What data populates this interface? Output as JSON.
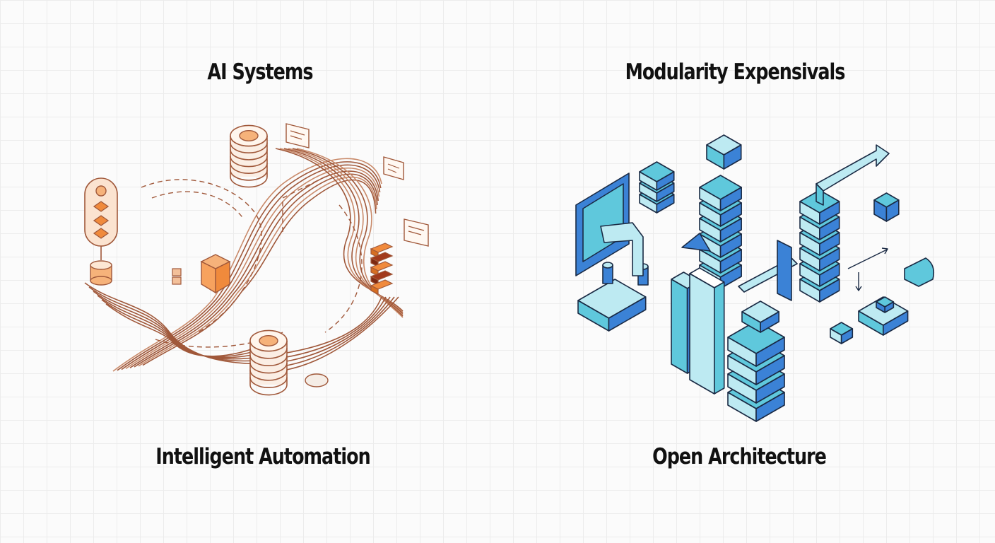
{
  "titles": {
    "top_left": "AI Systems",
    "top_right": "Modularity Expensivals",
    "bottom_left": "Intelligent Automation",
    "bottom_right": "Open Architecture"
  },
  "colors": {
    "wire": "#a0583a",
    "wire_light": "#c98a6a",
    "orange": "#f08a3c",
    "orange_light": "#f6b27a",
    "dark_red": "#a23a1c",
    "blue": "#3b82d6",
    "blue_light": "#5fc8dc",
    "blue_pale": "#bdeaf2",
    "ink": "#1a2a44"
  }
}
